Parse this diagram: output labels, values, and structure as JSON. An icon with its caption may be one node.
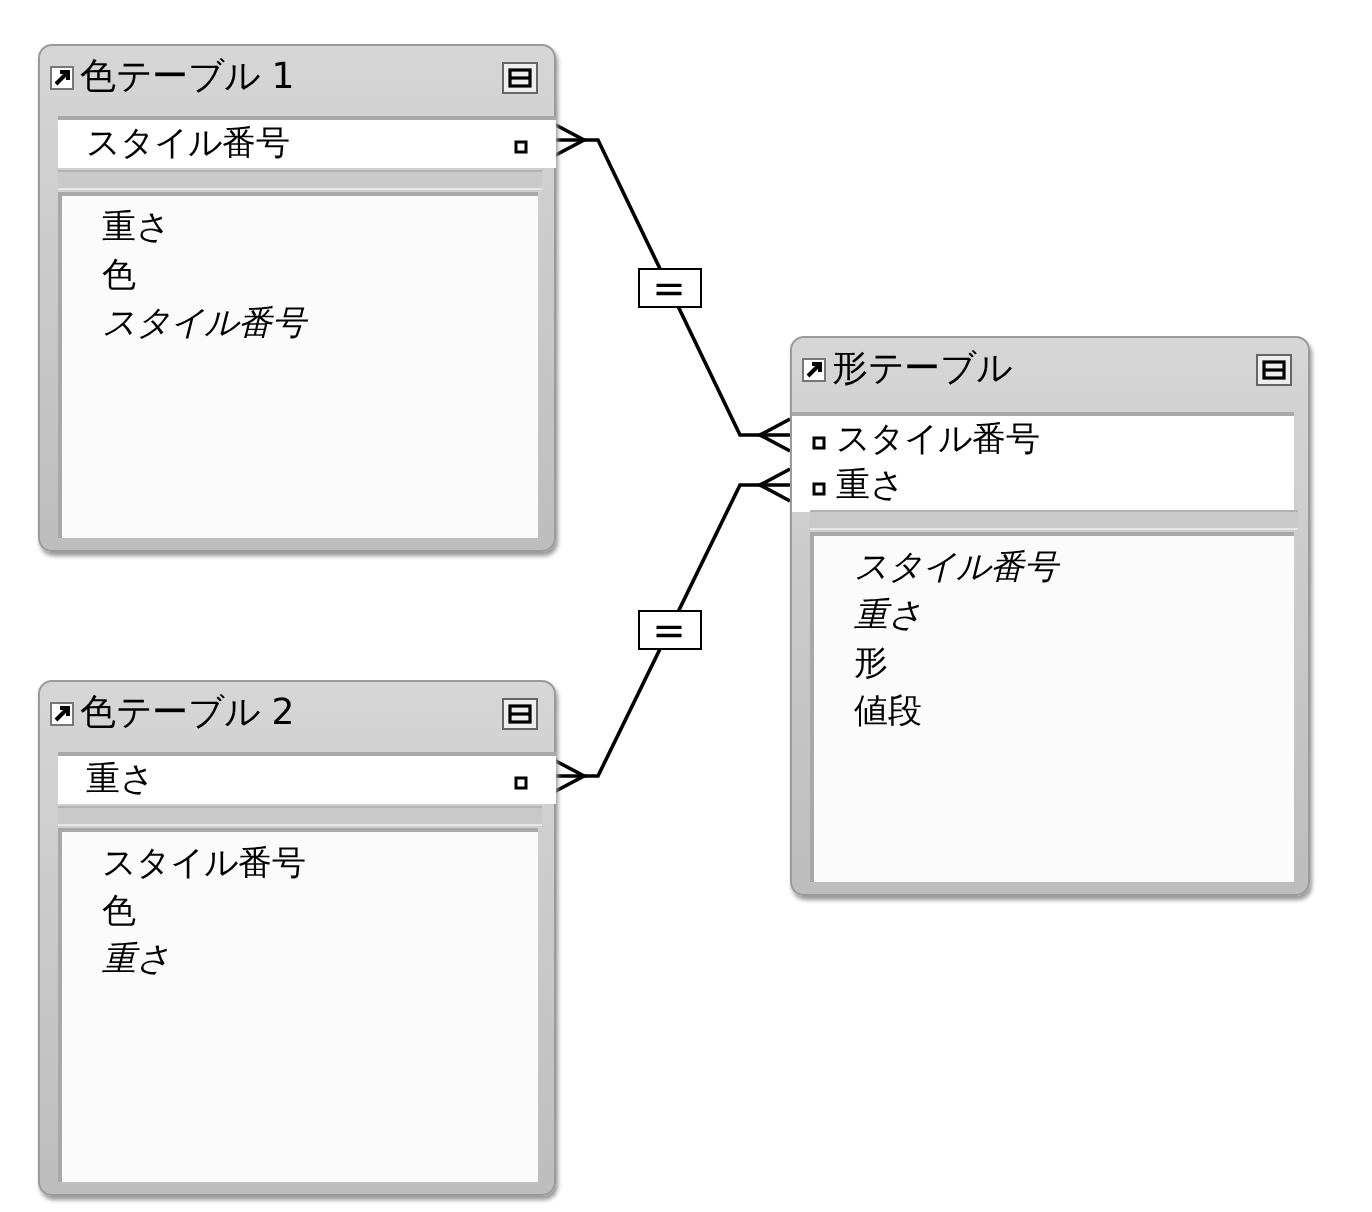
{
  "diagram": {
    "nodes": [
      {
        "text": [
          "色テーブル 1"
        ]
      },
      {
        "text": [
          "スタイル番号"
        ],
        "in": 0
      },
      {
        "text": [
          "重さ",
          "色",
          "スタイル番号"
        ],
        "in": 0
      },
      {
        "text": [
          "形テーブル"
        ]
      },
      {
        "text": [
          "スタイル番号"
        ],
        "in": 3
      },
      {
        "text": [
          "重さ"
        ],
        "in": 3
      },
      {
        "text": [
          "スタイル番号",
          "重さ",
          "形",
          "値段"
        ],
        "in": 3
      },
      {
        "text": [
          "色テーブル 2"
        ]
      },
      {
        "text": [
          "重さ"
        ],
        "in": 7
      },
      {
        "text": [
          "スタイル番号",
          "色",
          "重さ"
        ],
        "in": 7
      }
    ],
    "edges": [
      {
        "from": 1,
        "to": 4,
        "arrow": "other",
        "label": "="
      },
      {
        "from": 8,
        "to": 5,
        "arrow": "other",
        "label": "="
      }
    ]
  }
}
